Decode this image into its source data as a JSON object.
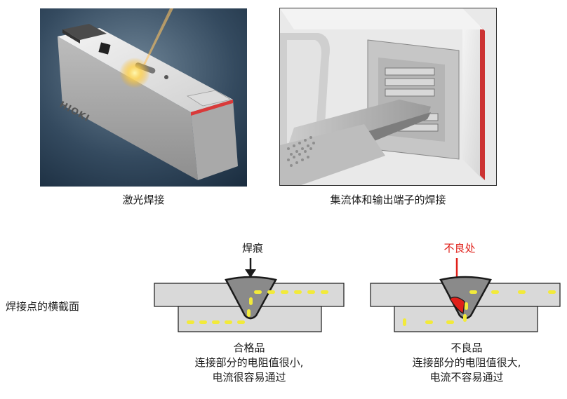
{
  "photos": {
    "left_caption": "激光焊接",
    "right_caption": "集流体和输出端子的焊接",
    "brand_text": "HIOKI"
  },
  "diagram": {
    "side_label": "焊接点的横截面",
    "good": {
      "pointer_label": "焊痕",
      "title": "合格品",
      "line1": "连接部分的电阻值很小,",
      "line2": "电流很容易通过"
    },
    "bad": {
      "pointer_label": "不良处",
      "title": "不良品",
      "line1": "连接部分的电阻值很大,",
      "line2": "电流不容易通过"
    },
    "colors": {
      "plate": "#d9d9d9",
      "weld": "#8a8a8a",
      "current_dash": "#f2ea3a",
      "defect": "#e0201a",
      "outline": "#1a1a1a"
    }
  }
}
